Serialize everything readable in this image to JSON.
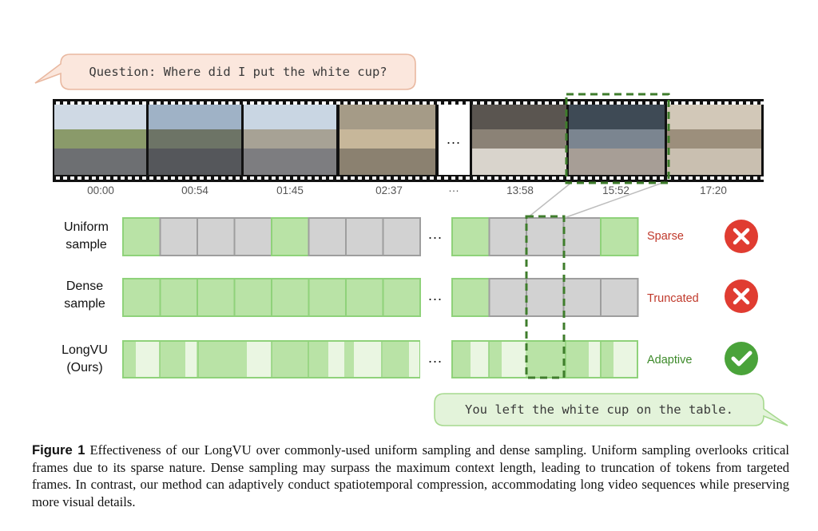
{
  "question": "Question: Where did I put the white cup?",
  "answer": "You left the white cup on the table.",
  "timestamps": [
    "00:00",
    "00:54",
    "01:45",
    "02:37",
    "···",
    "13:58",
    "15:52",
    "17:20"
  ],
  "filmstrip_ellipsis": "...",
  "row_ellipsis": "...",
  "rows": [
    {
      "label_line1": "Uniform",
      "label_line2": "sample",
      "status": "Sparse",
      "status_color": "#c0392b",
      "result_icon": "error-x-icon"
    },
    {
      "label_line1": "Dense",
      "label_line2": "sample",
      "status": "Truncated",
      "status_color": "#c0392b",
      "result_icon": "error-x-icon"
    },
    {
      "label_line1": "LongVU",
      "label_line2": "(Ours)",
      "status": "Adaptive",
      "status_color": "#3d8a2a",
      "result_icon": "check-icon"
    }
  ],
  "colors": {
    "green_fill": "#b9e3a6",
    "light_green_fill": "#eaf6e2",
    "gray_fill": "#d2d2d2",
    "green_stroke": "#8fd27a",
    "gray_stroke": "#9e9e9e",
    "highlight_dash": "#3f7d2c",
    "red_icon": "#e03c31",
    "green_icon": "#4aa33a",
    "question_bubble": "#fbe7dd",
    "question_border": "#e9b8a0",
    "answer_bubble": "#e3f3da",
    "answer_border": "#a6d98e"
  },
  "caption": {
    "label": "Figure 1",
    "text": "Effectiveness of our LongVU over commonly-used uniform sampling and dense sampling. Uniform sampling overlooks critical frames due to its sparse nature. Dense sampling may surpass the maximum context length, leading to truncation of tokens from targeted frames. In contrast, our method can adaptively conduct spatiotemporal compression, accommodating long video sequences while preserving more visual details."
  }
}
